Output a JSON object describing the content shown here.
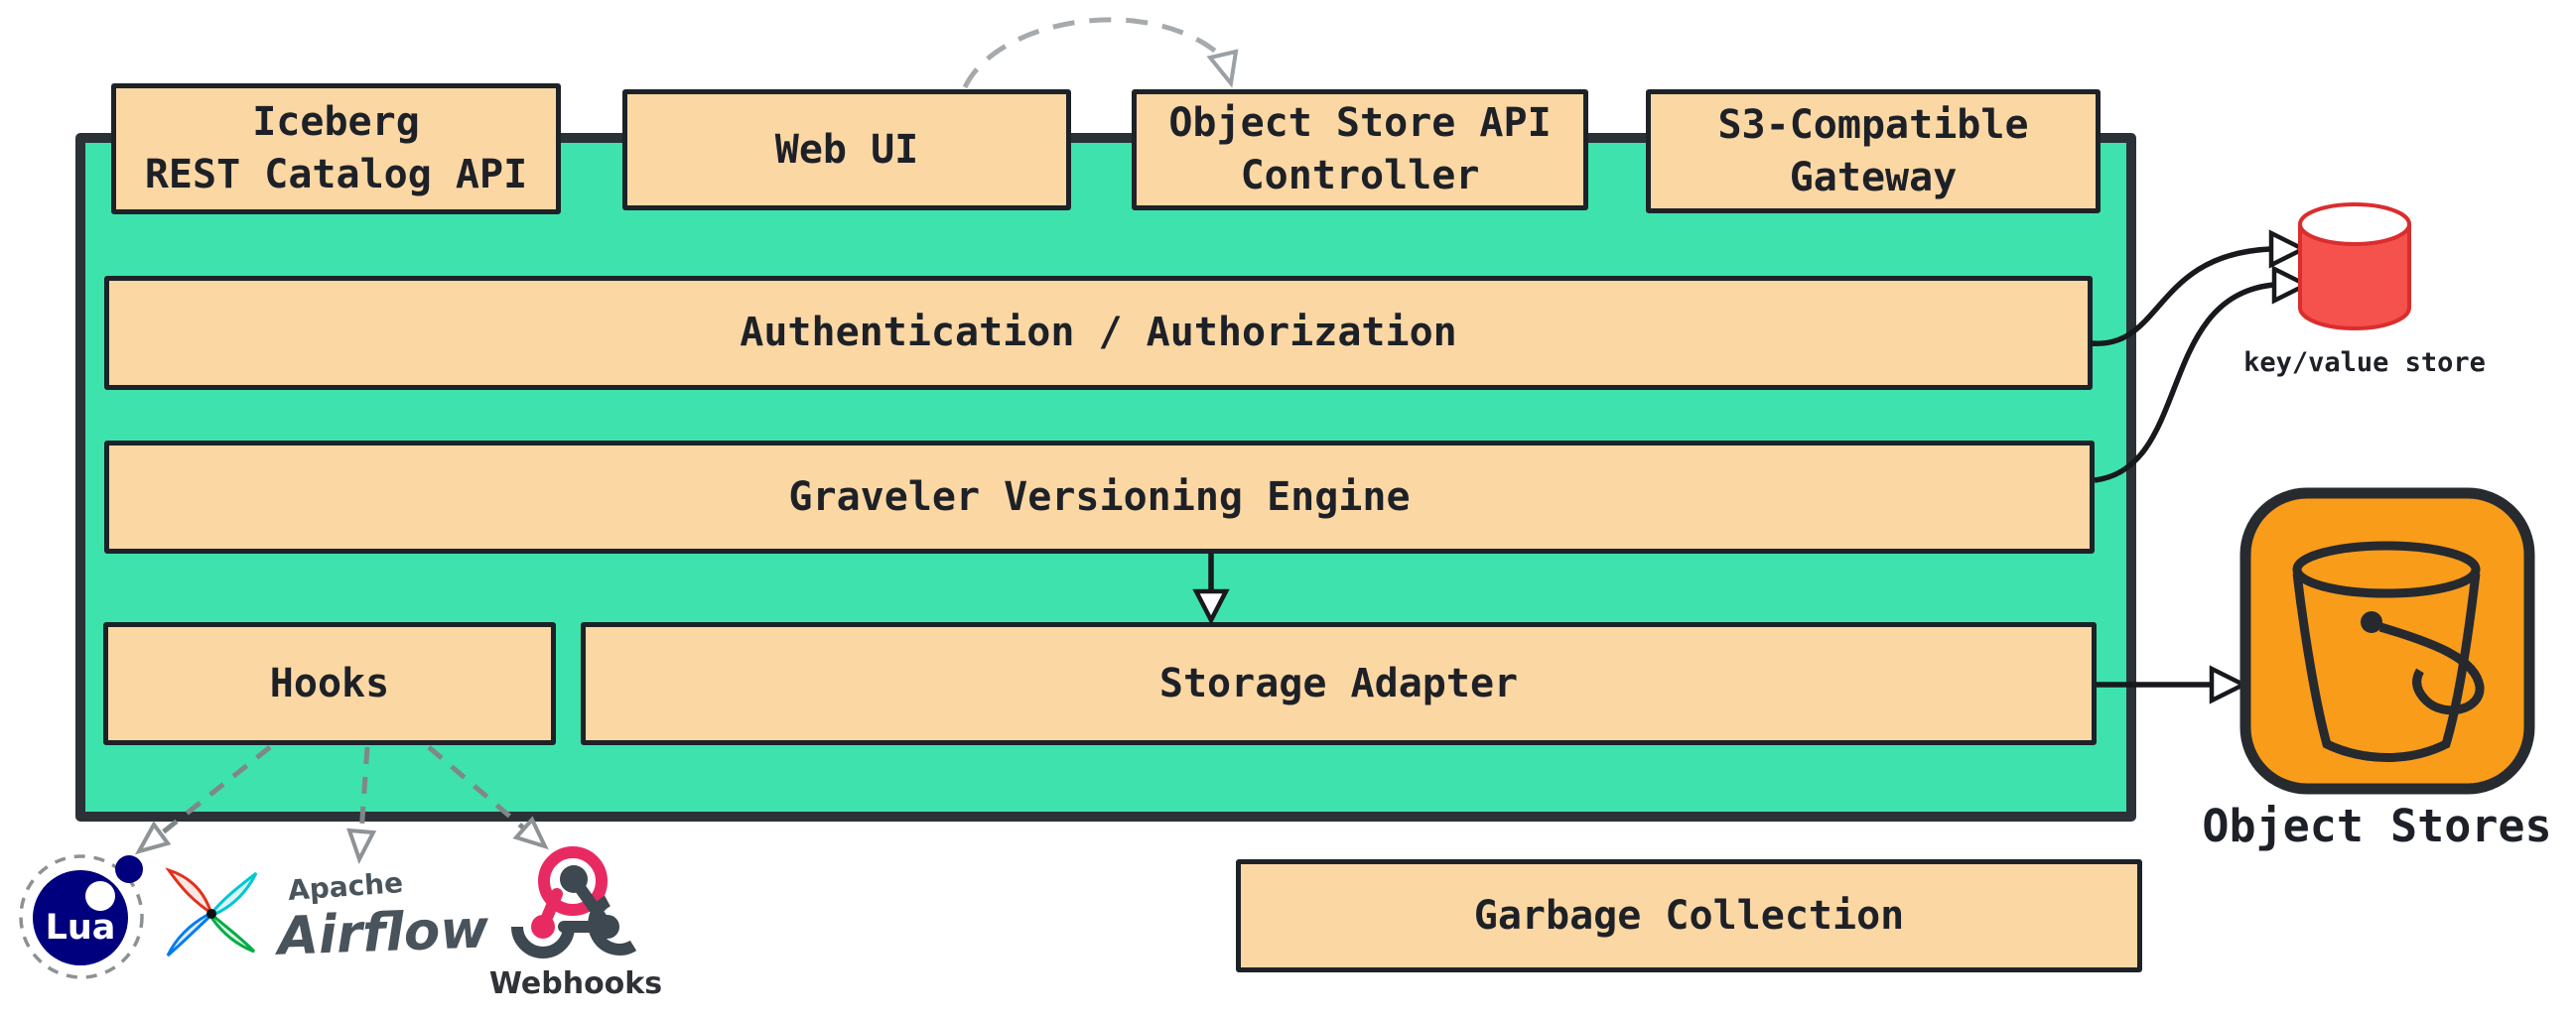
{
  "diagram": {
    "kind": "architecture-diagram",
    "top_row": {
      "iceberg": {
        "line1": "Iceberg",
        "line2": "REST Catalog API"
      },
      "web_ui": {
        "line1": "Web UI"
      },
      "object_api": {
        "line1": "Object Store API",
        "line2": "Controller"
      },
      "s3_gateway": {
        "line1": "S3-Compatible",
        "line2": "Gateway"
      }
    },
    "layers": {
      "auth": {
        "label": "Authentication / Authorization"
      },
      "graveler": {
        "label": "Graveler Versioning Engine"
      },
      "hooks": {
        "label": "Hooks"
      },
      "storage_adapter": {
        "label": "Storage Adapter"
      },
      "garbage_collection": {
        "label": "Garbage Collection"
      }
    },
    "external": {
      "kv_store": {
        "label": "key/value store"
      },
      "object_stores": {
        "label": "Object Stores"
      }
    },
    "integrations": {
      "lua": {
        "label": "Lua"
      },
      "airflow": {
        "brand": "Apache",
        "label": "Airflow"
      },
      "webhooks": {
        "label": "Webhooks"
      }
    },
    "colors": {
      "container_fill": "#3ee2ac",
      "container_border": "#2b3137",
      "box_fill": "#fbd7a4",
      "box_border": "#1d2228",
      "text": "#1d2127",
      "arrow_black": "#17191d",
      "dashed_gray": "#9aa0a3",
      "kv_store_red": "#f5514d",
      "kv_store_red_stroke": "#da2d2d",
      "object_store_orange": "#f89c1a",
      "lua_navy": "#00007e",
      "webhooks_pink": "#e82a63",
      "webhooks_slate": "#3d4850",
      "airflow_red": "#e0311c",
      "airflow_cyan": "#00c7d4",
      "airflow_blue": "#017cee",
      "airflow_green": "#00ad46",
      "airflow_text": "#4a545c"
    }
  }
}
